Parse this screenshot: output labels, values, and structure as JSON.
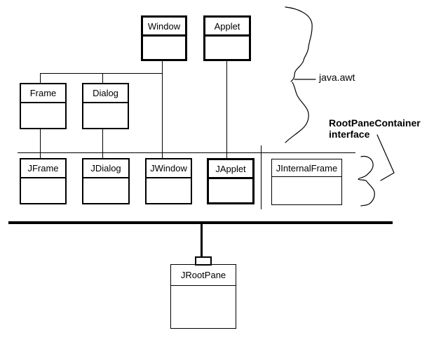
{
  "diagram": {
    "title_implied": "Swing top-level container class hierarchy",
    "background_color": "#ffffff",
    "line_color": "#000000",
    "classes": [
      {
        "name": "Window"
      },
      {
        "name": "Applet"
      },
      {
        "name": "Frame"
      },
      {
        "name": "Dialog"
      },
      {
        "name": "JFrame"
      },
      {
        "name": "JDialog"
      },
      {
        "name": "JWindow"
      },
      {
        "name": "JApplet"
      },
      {
        "name": "JInternalFrame"
      },
      {
        "name": "JRootPane"
      }
    ],
    "annotations": {
      "java_awt": "java.awt",
      "rootpane_line1": "RootPaneContainer",
      "rootpane_line2": "interface"
    }
  }
}
